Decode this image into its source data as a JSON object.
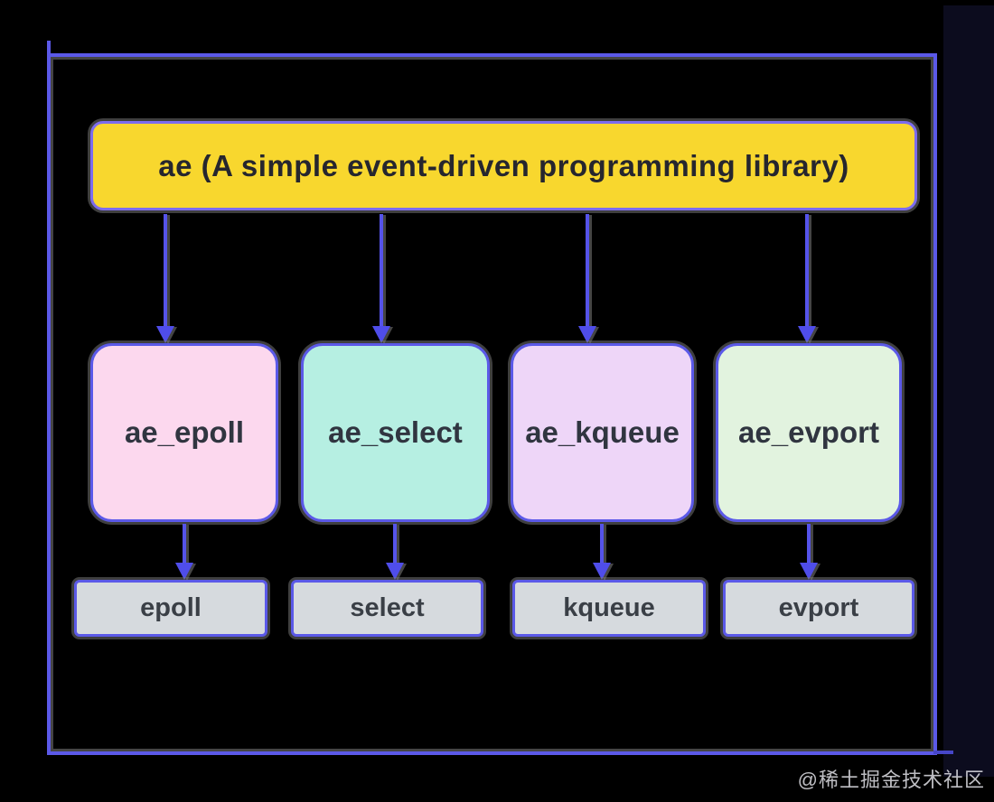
{
  "diagram": {
    "title": {
      "label": "ae (A simple event-driven programming library)",
      "fill": "#f8d72e"
    },
    "middle_nodes": [
      {
        "label": "ae_epoll",
        "fill": "#fcd8ee"
      },
      {
        "label": "ae_select",
        "fill": "#b6efe2"
      },
      {
        "label": "ae_kqueue",
        "fill": "#eed6f8"
      },
      {
        "label": "ae_evport",
        "fill": "#e2f3df"
      }
    ],
    "bottom_nodes": [
      {
        "label": "epoll",
        "fill": "#d6dade"
      },
      {
        "label": "select",
        "fill": "#d6dade"
      },
      {
        "label": "kqueue",
        "fill": "#d6dade"
      },
      {
        "label": "evport",
        "fill": "#d6dade"
      }
    ],
    "colors": {
      "stroke": "#5b59e8",
      "arrow": "#5553ea",
      "text_dark": "#303540",
      "background": "#000000"
    }
  },
  "watermark": {
    "label": "@稀土掘金技术社区"
  }
}
